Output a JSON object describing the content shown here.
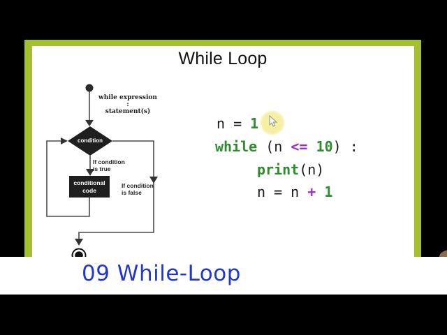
{
  "palette": {
    "frame_green": "#a4c02c",
    "code_green": "#2e8b2e",
    "code_purple": "#9b30c8",
    "banner_blue": "#2138cc",
    "highlight_yellow": "#f6f0a0",
    "flowchart_dark": "#1f1f1f",
    "letterbox_black": "#000000",
    "slide_bg": "#ffffff"
  },
  "slide": {
    "title": "While Loop"
  },
  "flowchart": {
    "annotation_l1": "while expression :",
    "annotation_l2": "statement(s)",
    "condition": "condition",
    "if_true_l1": "If condition",
    "if_true_l2": "is true",
    "box_l1": "conditional",
    "box_l2": "code",
    "if_false_l1": "If condition",
    "if_false_l2": "is false"
  },
  "code": {
    "lines": [
      {
        "tokens": [
          {
            "t": "n = "
          },
          {
            "t": "1"
          }
        ]
      },
      {
        "tokens": [
          {
            "t": "while"
          },
          {
            "t": " (n "
          },
          {
            "t": "<="
          },
          {
            "t": " "
          },
          {
            "t": "10"
          },
          {
            "t": ") :"
          }
        ]
      },
      {
        "tokens": [
          {
            "t": "print"
          },
          {
            "t": "(n)"
          }
        ]
      },
      {
        "tokens": [
          {
            "t": "n = n "
          },
          {
            "t": "+"
          },
          {
            "t": " "
          },
          {
            "t": "1"
          }
        ]
      }
    ]
  },
  "banner": {
    "text": "09 While-Loop"
  },
  "icons": {
    "cursor": "arrow-pointer",
    "start_node": "filled-circle",
    "end_node": "half-bullseye"
  }
}
